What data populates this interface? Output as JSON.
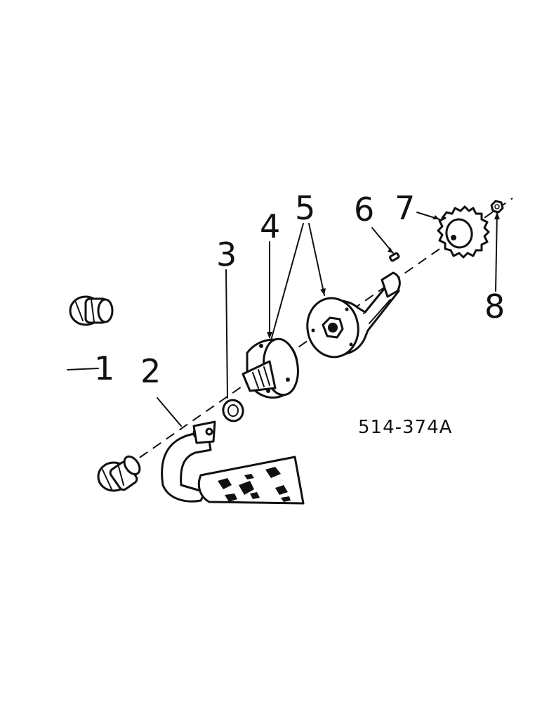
{
  "callouts": [
    {
      "id": "1",
      "label": "1",
      "part": "oil-tube"
    },
    {
      "id": "2",
      "label": "2",
      "part": "pickup-tube-with-screen"
    },
    {
      "id": "3",
      "label": "3",
      "part": "o-ring"
    },
    {
      "id": "4",
      "label": "4",
      "part": "pump-cover"
    },
    {
      "id": "5",
      "label": "5",
      "part": "pump-body"
    },
    {
      "id": "6",
      "label": "6",
      "part": "key"
    },
    {
      "id": "7",
      "label": "7",
      "part": "gear"
    },
    {
      "id": "8",
      "label": "8",
      "part": "nut"
    }
  ],
  "drawing_code": "514-374A",
  "colors": {
    "line": "#111111",
    "background": "#ffffff"
  }
}
